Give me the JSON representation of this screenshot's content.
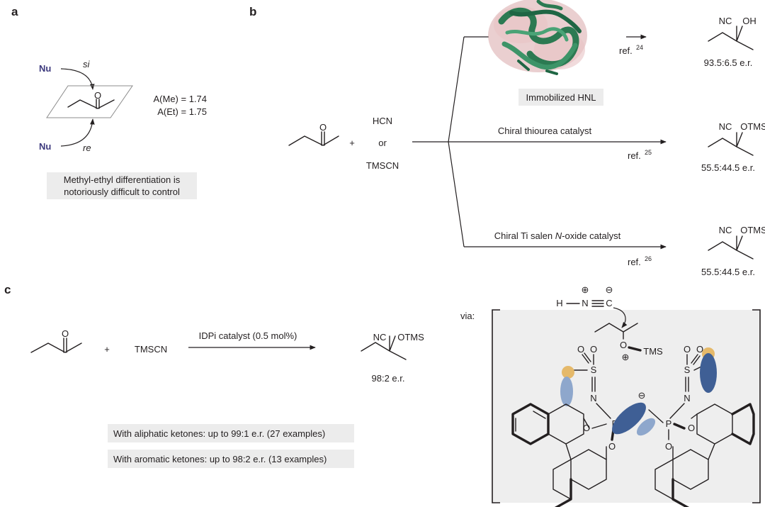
{
  "panels": {
    "a": "a",
    "b": "b",
    "c": "c"
  },
  "panel_a": {
    "nu_top": "Nu",
    "nu_bottom": "Nu",
    "face_top": "si",
    "face_bottom": "re",
    "carbonyl_o": "O",
    "a_me": "A(Me) = 1.74",
    "a_et": "A(Et) = 1.75",
    "note_line1": "Methyl-ethyl differentiation is",
    "note_line2": "notoriously difficult to control"
  },
  "panel_b": {
    "ketone_o": "O",
    "plus": "+",
    "reagent1": "HCN",
    "or": "or",
    "reagent2": "TMSCN",
    "route1": {
      "ref_text": "ref.",
      "ref_num": "24",
      "catalyst": "Immobilized HNL",
      "product_left": "NC",
      "product_right": "OH",
      "er": "93.5:6.5 e.r."
    },
    "route2": {
      "catalyst": "Chiral thiourea catalyst",
      "ref_text": "ref.",
      "ref_num": "25",
      "product_left": "NC",
      "product_right": "OTMS",
      "er": "55.5:44.5 e.r."
    },
    "route3": {
      "catalyst_pre": "Chiral Ti salen ",
      "catalyst_it": "N",
      "catalyst_post": "-oxide catalyst",
      "ref_text": "ref.",
      "ref_num": "26",
      "product_left": "NC",
      "product_right": "OTMS",
      "er": "55.5:44.5 e.r."
    }
  },
  "panel_c": {
    "ketone_o": "O",
    "plus": "+",
    "reagent": "TMSCN",
    "catalyst": "IDPi catalyst (0.5 mol%)",
    "product_left": "NC",
    "product_right": "OTMS",
    "er": "98:2 e.r.",
    "scope1": "With aliphatic ketones: up to 99:1 e.r. (27 examples)",
    "scope2": "With aromatic ketones: up to 98:2 e.r. (13 examples)",
    "via": "via:",
    "ts": {
      "hcn_h": "H",
      "hcn_n": "N",
      "hcn_c": "C",
      "plus": "⊕",
      "minus": "⊖",
      "o_sub": "O",
      "tms": "TMS",
      "o": "O",
      "s": "S",
      "n": "N",
      "p": "P"
    }
  },
  "colors": {
    "accent_dark": "#3f5f95",
    "accent_light": "#8ea7cc",
    "sulfonyl_sphere": "#e5b96a",
    "highlight_box": "#ececec",
    "ts_box": "#eeeeee",
    "protein_green": "#2c7a52",
    "protein_surface": "#d8a7a9",
    "nu_purple": "#3d3a7e"
  }
}
